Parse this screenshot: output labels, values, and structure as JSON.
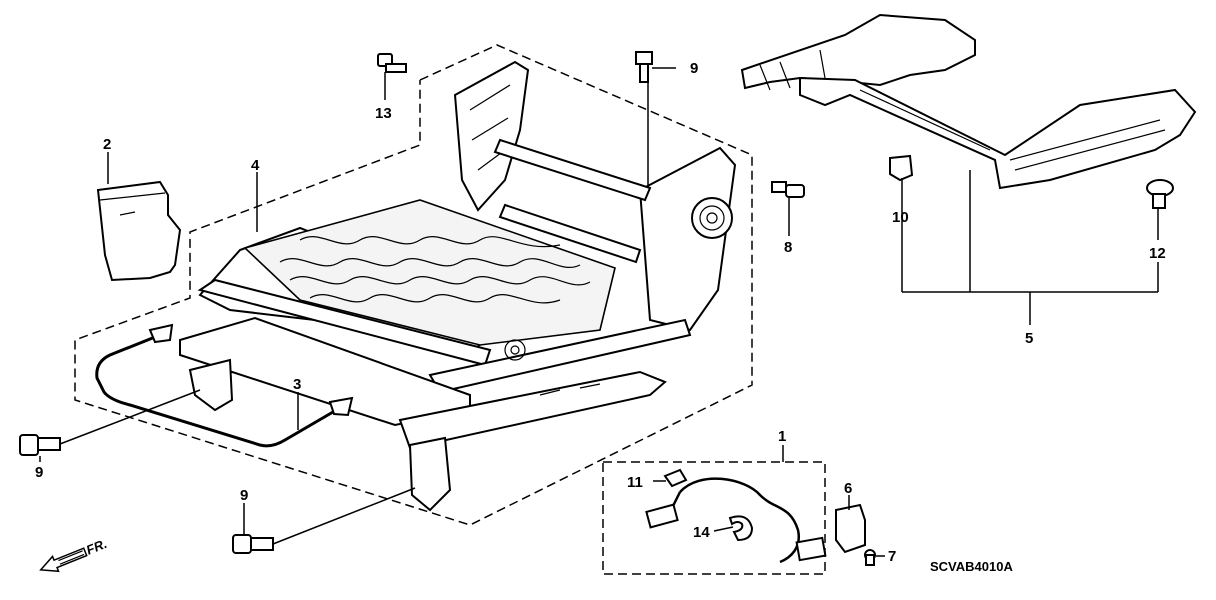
{
  "diagram": {
    "callouts": [
      {
        "id": "c1",
        "text": "1"
      },
      {
        "id": "c2",
        "text": "2"
      },
      {
        "id": "c3",
        "text": "3"
      },
      {
        "id": "c4",
        "text": "4"
      },
      {
        "id": "c5",
        "text": "5"
      },
      {
        "id": "c6",
        "text": "6"
      },
      {
        "id": "c7",
        "text": "7"
      },
      {
        "id": "c8",
        "text": "8"
      },
      {
        "id": "c9a",
        "text": "9"
      },
      {
        "id": "c9b",
        "text": "9"
      },
      {
        "id": "c9c",
        "text": "9"
      },
      {
        "id": "c10",
        "text": "10"
      },
      {
        "id": "c11",
        "text": "11"
      },
      {
        "id": "c12",
        "text": "12"
      },
      {
        "id": "c13",
        "text": "13"
      },
      {
        "id": "c14",
        "text": "14"
      }
    ],
    "direction_label": "FR.",
    "drawing_code": "SCVAB4010A"
  }
}
